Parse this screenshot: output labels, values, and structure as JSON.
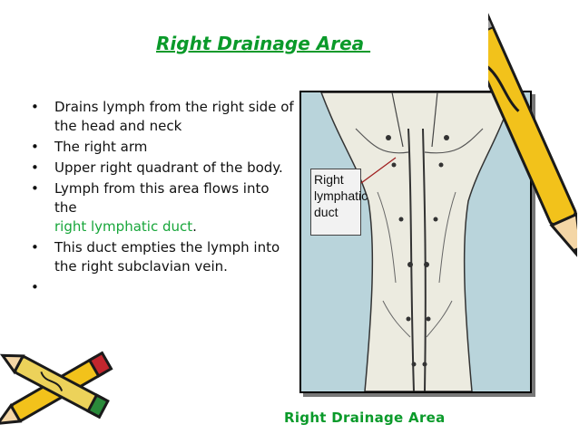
{
  "slide": {
    "title": "Right Drainage Area ",
    "bullets": [
      {
        "text": "Drains lymph from the right side of the head and neck"
      },
      {
        "text": "The right arm"
      },
      {
        "text": "Upper right quadrant of the body."
      },
      {
        "text_before": "Lymph from this area flows into the",
        "highlight": "right lymphatic duct",
        "text_after": "."
      },
      {
        "text": "This duct empties the lymph into the right subclavian vein."
      },
      {
        "text": ""
      }
    ],
    "figure": {
      "label": [
        "Right",
        "lymphatic",
        "duct"
      ]
    },
    "caption": "Right Drainage Area"
  },
  "colors": {
    "title": "#0a9a2a",
    "highlight": "#17a63a",
    "figure_bg": "#b9d4db"
  }
}
